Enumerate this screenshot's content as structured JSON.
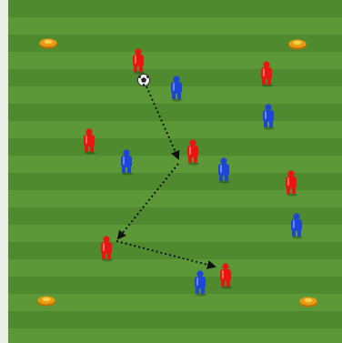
{
  "pitch": {
    "stripe_colors": [
      "#4f8a2e",
      "#5c9838"
    ],
    "margin_color": "#e9eee6"
  },
  "colors": {
    "red_team": "#e8160f",
    "blue_team": "#1c46d8",
    "cone_outer": "#e89a10",
    "cone_inner": "#f6d24a",
    "pass_line": "#111111"
  },
  "icons": {
    "cone": "training-cone-icon",
    "player": "player-figure-icon",
    "ball": "soccer-ball-icon",
    "pass": "pass-arrow-icon"
  },
  "cones": [
    {
      "id": "top-left"
    },
    {
      "id": "top-right"
    },
    {
      "id": "bottom-left"
    },
    {
      "id": "bottom-right"
    }
  ],
  "players": [
    {
      "team": "red"
    },
    {
      "team": "red"
    },
    {
      "team": "red"
    },
    {
      "team": "red"
    },
    {
      "team": "red"
    },
    {
      "team": "red"
    },
    {
      "team": "red"
    },
    {
      "team": "blue"
    },
    {
      "team": "blue"
    },
    {
      "team": "blue"
    },
    {
      "team": "blue"
    },
    {
      "team": "blue"
    },
    {
      "team": "blue"
    }
  ],
  "passes": [
    {
      "from": "ball",
      "to": "red-2"
    },
    {
      "from": "red-2",
      "to": "red-5"
    },
    {
      "from": "red-5",
      "to": "red-6"
    }
  ]
}
